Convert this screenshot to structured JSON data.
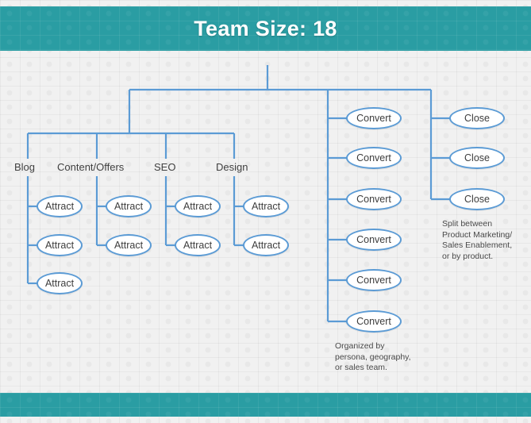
{
  "header": {
    "title": "Team Size: 18",
    "band_color": "#2a9da3",
    "text_color": "#ffffff"
  },
  "theme": {
    "line_color": "#5b9bd5",
    "node_fill": "#ffffff",
    "background": "#f1f1f1",
    "text_color": "#3d3d3d"
  },
  "columns": [
    {
      "label": "Blog",
      "nodes": [
        "Attract",
        "Attract",
        "Attract"
      ]
    },
    {
      "label": "Content/Offers",
      "nodes": [
        "Attract",
        "Attract"
      ]
    },
    {
      "label": "SEO",
      "nodes": [
        "Attract",
        "Attract"
      ]
    },
    {
      "label": "Design",
      "nodes": [
        "Attract",
        "Attract"
      ]
    }
  ],
  "convert_branch": {
    "nodes": [
      "Convert",
      "Convert",
      "Convert",
      "Convert",
      "Convert",
      "Convert"
    ],
    "note": "Organized by\npersona, geography,\nor sales team."
  },
  "close_branch": {
    "nodes": [
      "Close",
      "Close",
      "Close"
    ],
    "note": "Split between\nProduct Marketing/\nSales Enablement,\nor by product."
  }
}
